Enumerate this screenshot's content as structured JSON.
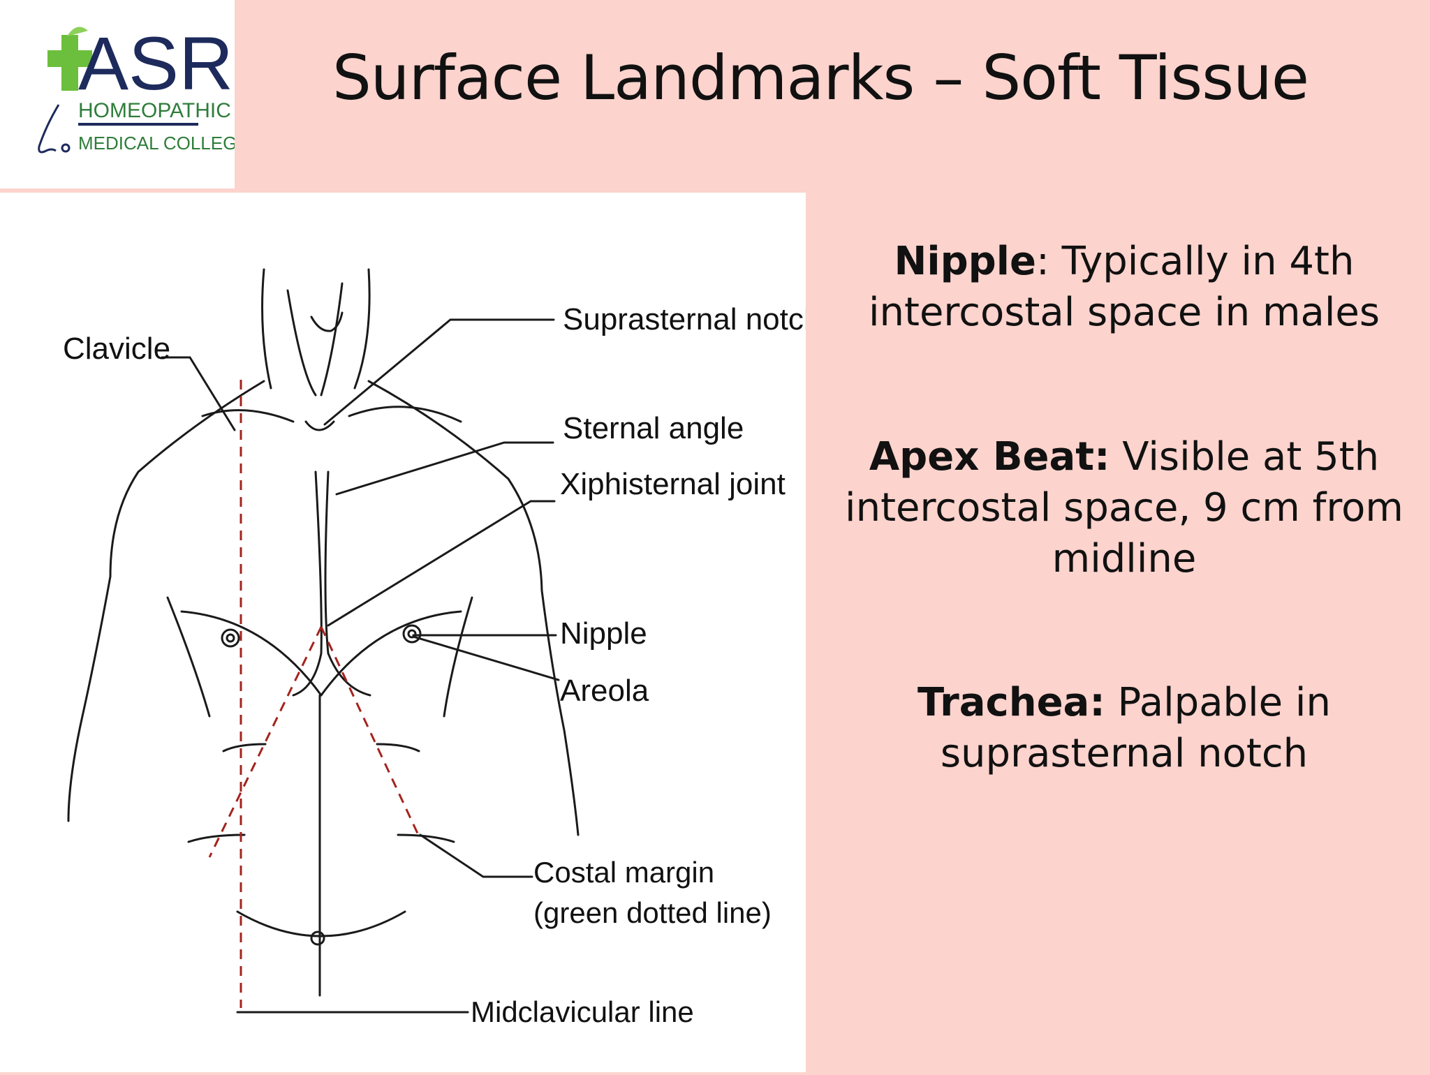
{
  "logo": {
    "brand": "ASR",
    "line1": "HOMEOPATHIC",
    "line2": "MEDICAL COLLEGE"
  },
  "slide": {
    "title": "Surface Landmarks – Soft Tissue"
  },
  "diagram": {
    "labels": {
      "clavicle": "Clavicle",
      "suprasternal_notch": "Suprasternal notch",
      "sternal_angle": "Sternal angle",
      "xiphisternal_joint": "Xiphisternal joint",
      "nipple": "Nipple",
      "areola": "Areola",
      "costal_margin": "Costal margin",
      "costal_margin_note": "(green dotted line)",
      "midclavicular_line": "Midclavicular line"
    }
  },
  "bullets": [
    {
      "term": "Nipple",
      "sep": ":",
      "text_line1": " Typically in 4th",
      "text_line2": "intercostal space in males"
    },
    {
      "term": "Apex Beat:",
      "text_line1": " Visible at 5th",
      "text_line2": "intercostal space, 9 cm from",
      "text_line3": "midline"
    },
    {
      "term": "Trachea:",
      "text_line1": " Palpable in",
      "text_line2": "suprasternal notch"
    }
  ],
  "colors": {
    "background": "#fcd3cd",
    "logo_green": "#6cbf3c",
    "logo_navy": "#1d2a5c",
    "dashed_line": "#a3241e"
  }
}
